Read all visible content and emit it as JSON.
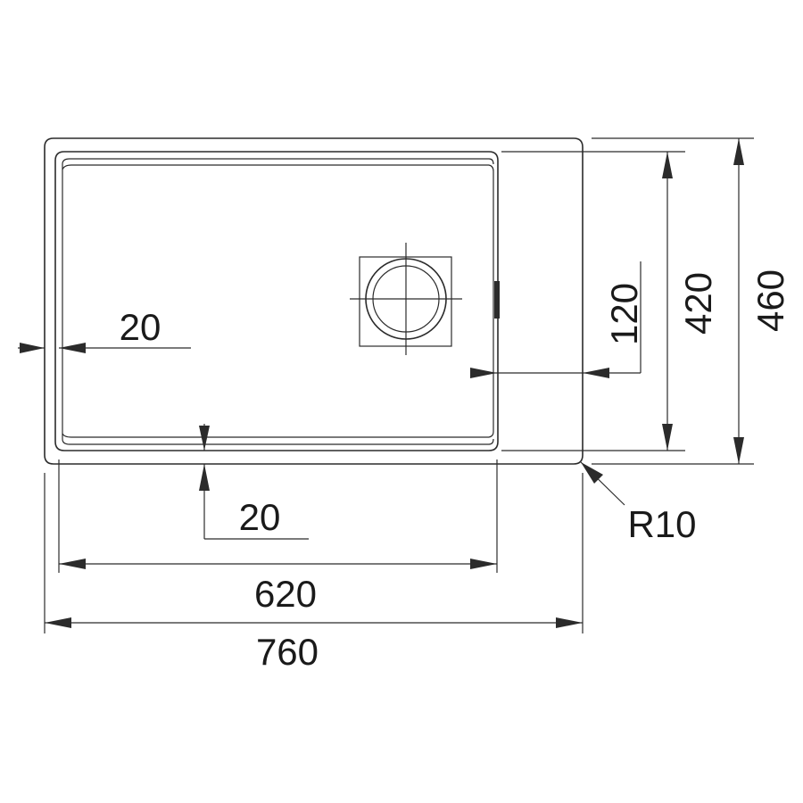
{
  "dimensions": {
    "outer_width": "760",
    "bowl_width": "620",
    "outer_depth": "460",
    "bowl_depth": "420",
    "drain_offset": "120",
    "left_rim": "20",
    "front_rim": "20",
    "corner_radius": "R10"
  }
}
